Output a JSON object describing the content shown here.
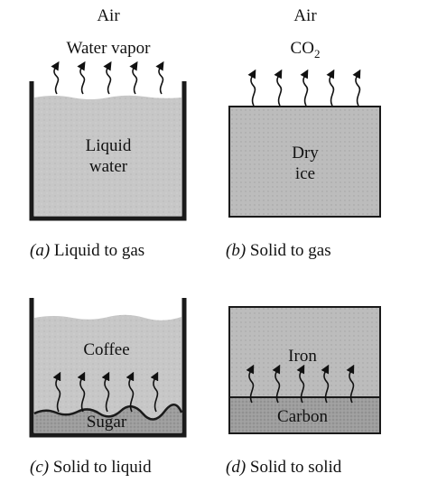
{
  "panel_a": {
    "air": "Air",
    "vapor": "Water vapor",
    "liquid_line1": "Liquid",
    "liquid_line2": "water",
    "caption_letter": "(a)",
    "caption_text": "Liquid to gas"
  },
  "panel_b": {
    "air": "Air",
    "gas_main": "CO",
    "gas_sub": "2",
    "solid_line1": "Dry",
    "solid_line2": "ice",
    "caption_letter": "(b)",
    "caption_text": "Solid to gas"
  },
  "panel_c": {
    "top": "Coffee",
    "bottom": "Sugar",
    "caption_letter": "(c)",
    "caption_text": "Solid to liquid"
  },
  "panel_d": {
    "top": "Iron",
    "bottom": "Carbon",
    "caption_letter": "(d)",
    "caption_text": "Solid to solid"
  },
  "colors": {
    "liquid_fill": "#c9c9c9",
    "solid_fill": "#bdbdbd",
    "dark_fill": "#9a9a9a",
    "wall": "#1a1a1a"
  }
}
